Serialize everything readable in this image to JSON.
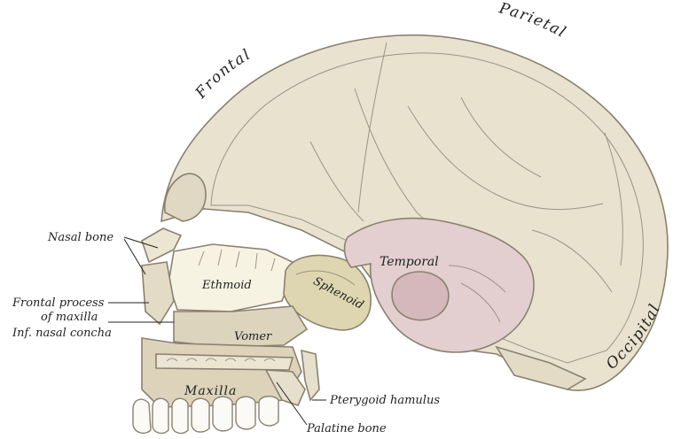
{
  "labels": {
    "frontal": "Frontal",
    "parietal": "Parietal",
    "occipital": "Occipital",
    "temporal": "Temporal",
    "sphenoid": "Sphenoid",
    "ethmoid": "Ethmoid",
    "vomer": "Vomer",
    "maxilla": "Maxilla",
    "nasal_bone": "Nasal bone",
    "frontal_process_line1": "Frontal process",
    "frontal_process_line2": "of maxilla",
    "inf_nasal_concha": "Inf. nasal concha",
    "pterygoid_hamulus": "Pterygoid hamulus",
    "palatine_bone": "Palatine bone"
  },
  "colors": {
    "bone_outer": "#e9e2cf",
    "bone_inner": "#f2eee2",
    "cavity": "#f6f3ea",
    "temporal": "#e3cfd0",
    "sphenoid": "#ddd6b0",
    "ethmoid": "#f7f3e2",
    "shadow": "#cfc6b0",
    "outline": "#8a8170"
  }
}
